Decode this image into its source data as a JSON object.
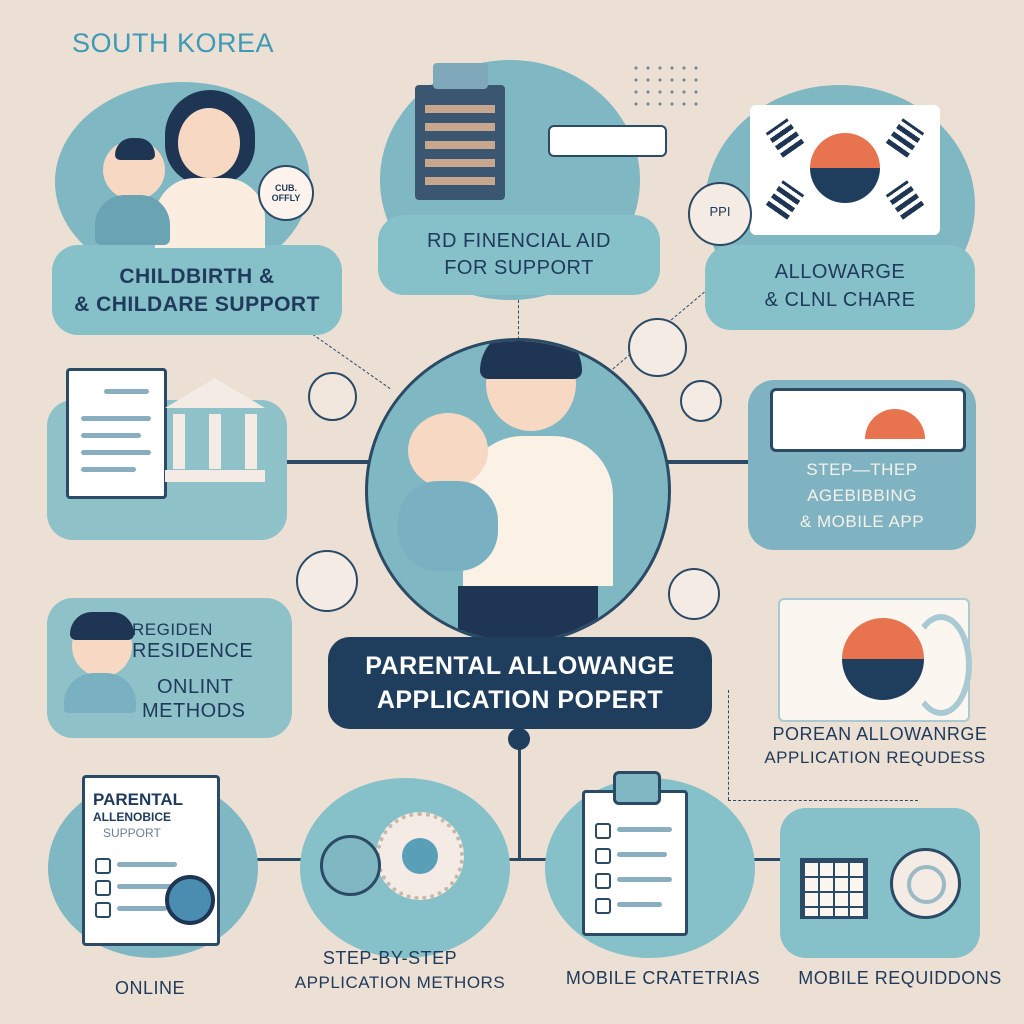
{
  "header": {
    "title": "SOUTH KOREA"
  },
  "center": {
    "banner_line1": "PARENTAL ALLOWANGE",
    "banner_line2": "APPLICATION POPERT"
  },
  "cards": {
    "childbirth": {
      "line1": "CHILDBIRTH &",
      "line2": "& CHILDARE SUPPORT",
      "badge": "CUB. OFFLY"
    },
    "financial": {
      "line1": "RD FINENCIAL AID",
      "line2": "FOR SUPPORT"
    },
    "allowance": {
      "line1": "ALLOWARGE",
      "line2": "& CLNL CHARE",
      "badge": "PPI"
    },
    "steps": {
      "line1": "STEP—THEP",
      "line2": "AGEBIBBING",
      "line3": "& MOBILE APP"
    },
    "residence": {
      "line1": "REGIDEN",
      "line2": "RESIDENCE",
      "line3": "ONLINT",
      "line4": "METHODS"
    },
    "online_doc": {
      "line1": "PARENTAL",
      "line2": "ALLENOBICE",
      "line3": "SUPPORT"
    }
  },
  "right_caption": {
    "line1": "POREAN ALLOWANRGE",
    "line2": "APPLICATION REQUDESS"
  },
  "bottom_labels": {
    "online": "ONLINE",
    "steps_line1": "STEP-BY-STEP",
    "steps_line2": "APPLICATION METHORS",
    "mobile1": "MOBILE CRATETRIAS",
    "mobile2": "MOBILE REQUIDDONS"
  },
  "colors": {
    "background": "#ecdfd4",
    "panel": "#86c0c9",
    "navy": "#1f3d5c",
    "accent_orange": "#e8734f",
    "title_teal": "#3f9ab5"
  }
}
